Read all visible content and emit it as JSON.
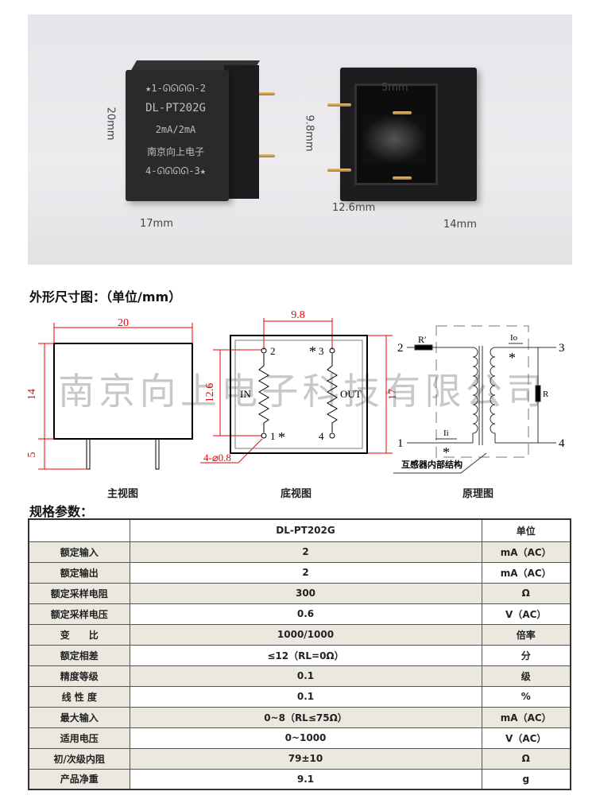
{
  "photo": {
    "product_marking": [
      "★1-ᘏᘏᘏᘏ-2",
      "DL-PT202G",
      "2mA/2mA",
      "南京向上电子",
      "4-ᘏᘏᘏᘏ-3★"
    ],
    "dimensions": {
      "height": "20mm",
      "width": "17mm",
      "pin_spacing_v": "9.8mm",
      "pin_spacing_h": "12.6mm",
      "depth": "14mm",
      "inner": "5mm"
    }
  },
  "outline": {
    "title": "外形尺寸图：（单位/mm）",
    "watermark": "南京向上电子科技有限公司",
    "front": {
      "caption": "主视图",
      "width": "20",
      "height": "14",
      "pin": "5"
    },
    "bottom": {
      "caption": "底视图",
      "pin_spacing": "9.8",
      "row_spacing": "12.6",
      "depth": "17",
      "hole": "4-⌀0.8",
      "in": "IN",
      "out": "OUT",
      "pins": [
        "1",
        "2",
        "3",
        "4"
      ],
      "dot": "*"
    },
    "schematic": {
      "caption": "原理图",
      "r_prime": "R′",
      "r": "R",
      "io": "Io",
      "ii": "Ii",
      "structure": "互感器内部结构",
      "pins": [
        "1",
        "2",
        "3",
        "4"
      ],
      "dot": "*"
    }
  },
  "specs": {
    "title": "规格参数：",
    "header": {
      "label": "",
      "model": "DL-PT202G",
      "unit": "单位"
    },
    "rows": [
      {
        "label": "额定输入",
        "value": "2",
        "unit": "mA（AC）"
      },
      {
        "label": "额定输出",
        "value": "2",
        "unit": "mA（AC）"
      },
      {
        "label": "额定采样电阻",
        "value": "300",
        "unit": "Ω"
      },
      {
        "label": "额定采样电压",
        "value": "0.6",
        "unit": "V（AC）"
      },
      {
        "label": "变　　比",
        "value": "1000/1000",
        "unit": "倍率"
      },
      {
        "label": "额定相差",
        "value": "≤12（RL=0Ω）",
        "unit": "分"
      },
      {
        "label": "精度等级",
        "value": "0.1",
        "unit": "级"
      },
      {
        "label": "线 性 度",
        "value": "0.1",
        "unit": "%"
      },
      {
        "label": "最大输入",
        "value": "0~8（RL≤75Ω）",
        "unit": "mA（AC）"
      },
      {
        "label": "适用电压",
        "value": "0~1000",
        "unit": "V（AC）"
      },
      {
        "label": "初/次级内阻",
        "value": "79±10",
        "unit": "Ω"
      },
      {
        "label": "产品净重",
        "value": "9.1",
        "unit": "g"
      }
    ]
  }
}
